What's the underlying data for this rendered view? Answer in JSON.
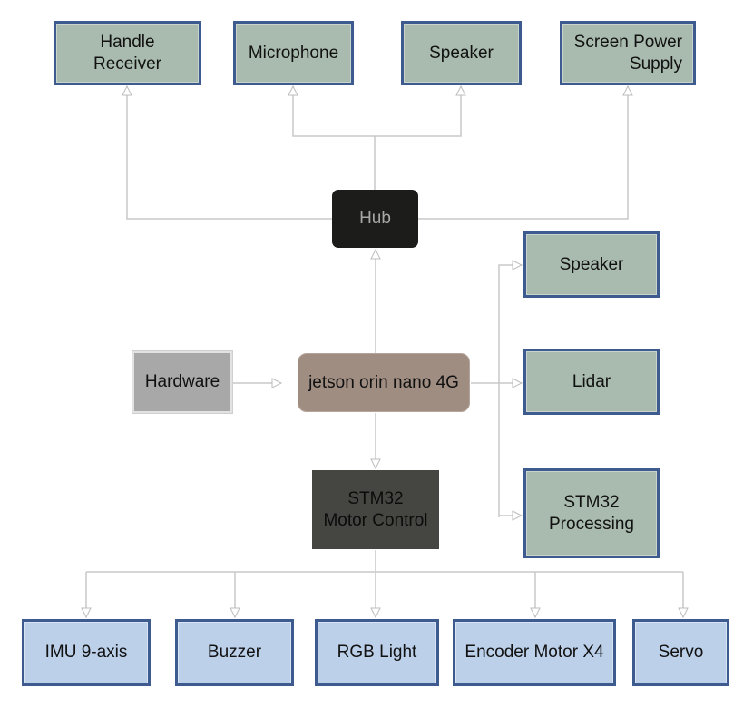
{
  "diagram": {
    "top_row": {
      "handle_receiver": "Handle\nReceiver",
      "microphone": "Microphone",
      "speaker": "Speaker",
      "screen_power_supply": "Screen Power\nSupply"
    },
    "hub": "Hub",
    "hardware": "Hardware",
    "core": "jetson orin nano 4G",
    "right_column": {
      "speaker": "Speaker",
      "lidar": "Lidar",
      "stm32_processing": "STM32\nProcessing"
    },
    "motor_control": "STM32\nMotor Control",
    "bottom_row": {
      "imu": "IMU 9-axis",
      "buzzer": "Buzzer",
      "rgb_light": "RGB Light",
      "encoder_motor": "Encoder Motor X4",
      "servo": "Servo"
    },
    "edges": [
      {
        "from": "Hub",
        "to": "Handle Receiver"
      },
      {
        "from": "Hub",
        "to": "Microphone"
      },
      {
        "from": "Hub",
        "to": "Speaker"
      },
      {
        "from": "Hub",
        "to": "Screen Power Supply"
      },
      {
        "from": "jetson orin nano 4G",
        "to": "Hub"
      },
      {
        "from": "Hardware",
        "to": "jetson orin nano 4G"
      },
      {
        "from": "jetson orin nano 4G",
        "to": "Speaker"
      },
      {
        "from": "jetson orin nano 4G",
        "to": "Lidar"
      },
      {
        "from": "jetson orin nano 4G",
        "to": "STM32 Processing"
      },
      {
        "from": "jetson orin nano 4G",
        "to": "STM32 Motor Control"
      },
      {
        "from": "STM32 Motor Control",
        "to": "IMU 9-axis"
      },
      {
        "from": "STM32 Motor Control",
        "to": "Buzzer"
      },
      {
        "from": "STM32 Motor Control",
        "to": "RGB Light"
      },
      {
        "from": "STM32 Motor Control",
        "to": "Encoder Motor X4"
      },
      {
        "from": "STM32 Motor Control",
        "to": "Servo"
      }
    ]
  },
  "colors": {
    "peripheral_box": "#a9bbae",
    "actuator_box": "#bcd0ea",
    "box_border": "#3d5b8e",
    "hub": "#1c1c1b",
    "core": "#9f8d82",
    "hardware": "#a8a8a8",
    "motor_control": "#454542",
    "connector": "#c8c8c8"
  }
}
